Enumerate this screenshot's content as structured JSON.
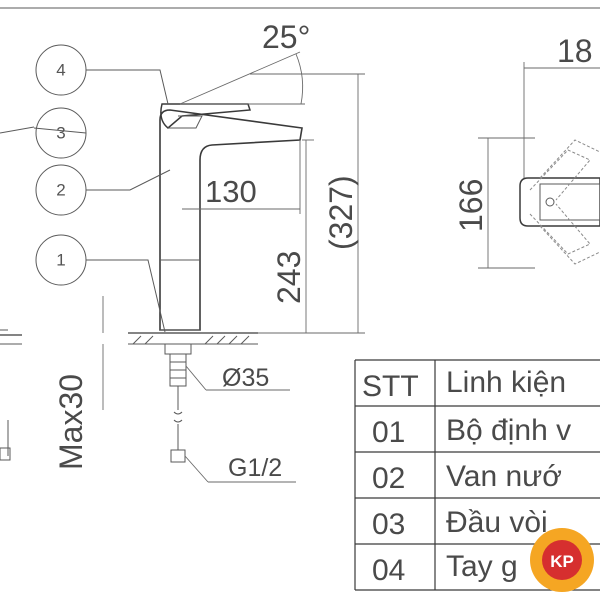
{
  "drawing": {
    "callouts": [
      "1",
      "2",
      "3",
      "4"
    ],
    "dimensions": {
      "angle": "25°",
      "spout_reach": "130",
      "height_total": "(327)",
      "height_spout": "243",
      "max_deck": "Max30",
      "hole_diameter": "Ø35",
      "thread": "G1/2",
      "top_width": "18",
      "side_depth": "166"
    }
  },
  "parts_table": {
    "header": [
      "STT",
      "Linh kiện"
    ],
    "rows": [
      [
        "01",
        "Bộ định v"
      ],
      [
        "02",
        "Van nướ"
      ],
      [
        "03",
        "Đầu vòi"
      ],
      [
        "04",
        "Tay g"
      ]
    ]
  },
  "logo": {
    "text": "KP",
    "colors": {
      "outer": "#f5a623",
      "inner": "#d62f2f",
      "text": "#ffffff"
    }
  }
}
